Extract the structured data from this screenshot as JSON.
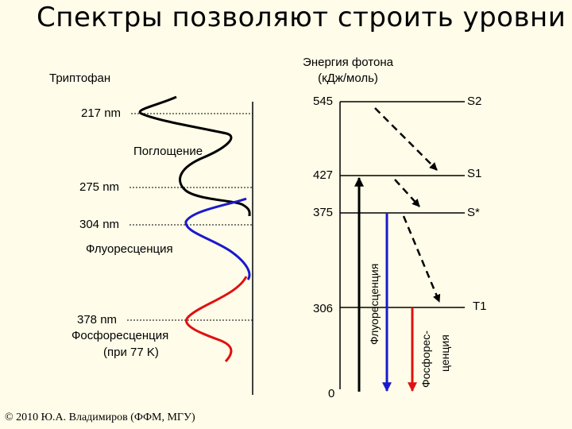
{
  "slide": {
    "title": "Спектры позволяют строить уровни",
    "copyright": "© 2010 Ю.А. Владимиров (ФФМ, МГУ)"
  },
  "spectrum": {
    "molecule": "Триптофан",
    "absorption": "Поглощение",
    "fluorescence": "Флуоресценция",
    "phosphorescence": "Фосфоресценция",
    "phosphorescence_condition": "(при 77 K)",
    "wavelengths": [
      "217 nm",
      "275 nm",
      "304 nm",
      "378 nm"
    ],
    "colors": {
      "absorption": "#000000",
      "fluorescence": "#1a1acc",
      "phosphorescence": "#e01010"
    }
  },
  "energy_diagram": {
    "axis_title_line1": "Энергия фотона",
    "axis_title_line2": "(кДж/моль)",
    "levels": [
      {
        "name": "S2",
        "value": "545"
      },
      {
        "name": "S1",
        "value": "427"
      },
      {
        "name": "S*",
        "value": "375"
      },
      {
        "name": "T1",
        "value": "306"
      }
    ],
    "zero": "0",
    "arrow_fluorescence": "Флуоресценция",
    "arrow_phosphorescence_line1": "Фосфорес-",
    "arrow_phosphorescence_line2": "ценция"
  }
}
